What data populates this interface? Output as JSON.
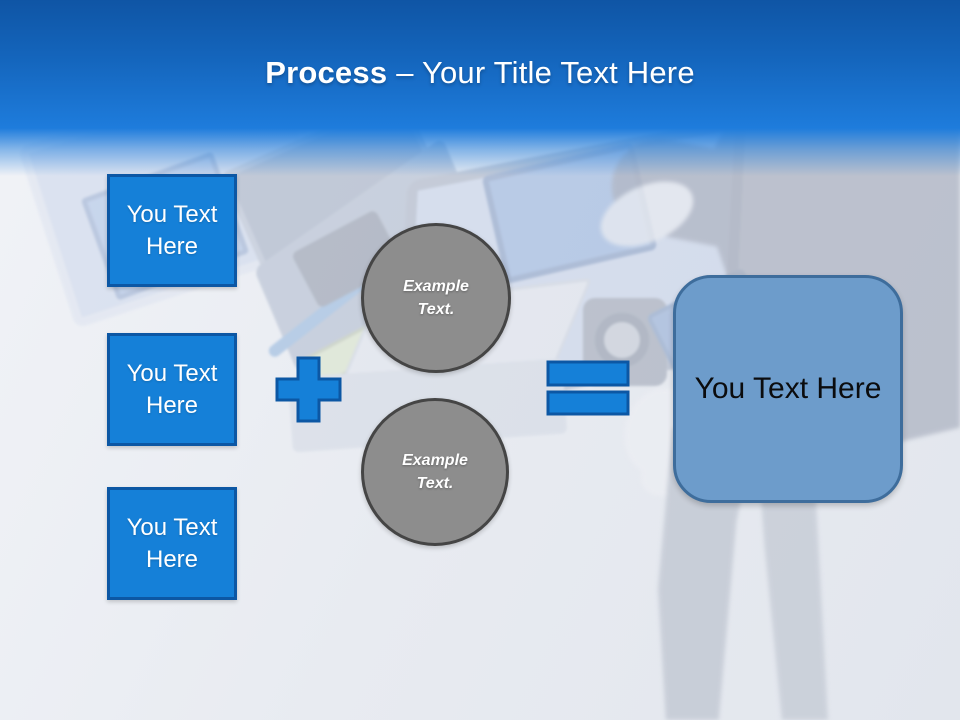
{
  "header": {
    "title_bold": "Process",
    "title_rest": "– Your Title Text Here"
  },
  "diagram": {
    "left_boxes": [
      {
        "label": "You Text Here"
      },
      {
        "label": "You Text Here"
      },
      {
        "label": "You Text Here"
      }
    ],
    "operators": {
      "plus": "plus-icon",
      "equals": "equals-icon"
    },
    "circles": [
      {
        "label": "Example Text."
      },
      {
        "label": "Example Text."
      }
    ],
    "result_box": {
      "label": "You Text Here"
    }
  },
  "colors": {
    "accent_blue": "#1580D8",
    "accent_border": "#0C57A4",
    "gray_fill": "#8D8D8D",
    "gray_border": "#454545",
    "result_fill": "#6D9CCB",
    "result_border": "#3E6D9C",
    "header_top": "#0F55A5",
    "header_mid": "#1465BC",
    "header_bottom": "#1E7CDC",
    "title_color": "#FFFFFF"
  }
}
